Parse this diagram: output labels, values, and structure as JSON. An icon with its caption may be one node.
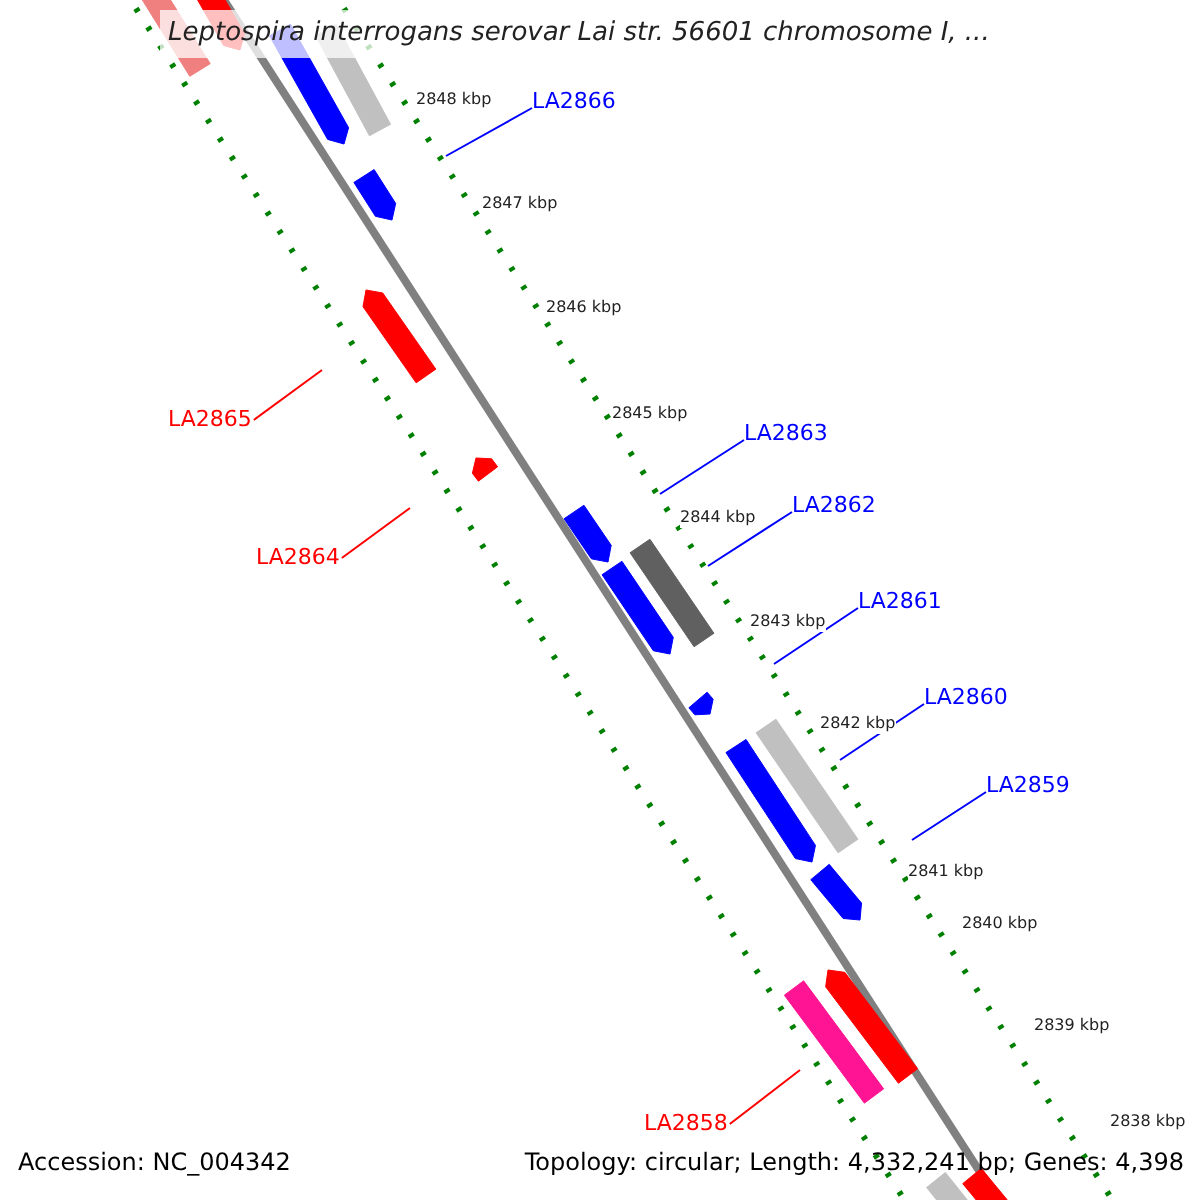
{
  "diagram": {
    "title": "Leptospira interrogans serovar Lai str. 56601 chromosome I, ...",
    "nodes": [
      {
        "text": [
          "LA2866"
        ]
      },
      {
        "text": [
          "LA2865"
        ]
      },
      {
        "text": [
          "LA2863"
        ]
      },
      {
        "text": [
          "LA2862"
        ]
      },
      {
        "text": [
          "LA2864"
        ]
      },
      {
        "text": [
          "LA2861"
        ]
      },
      {
        "text": [
          "LA2860"
        ]
      },
      {
        "text": [
          "LA2859"
        ]
      },
      {
        "text": [
          "LA2858"
        ]
      }
    ],
    "edges": [
      {
        "from": 0,
        "to": null,
        "arrow": "none"
      },
      {
        "from": 1,
        "to": null,
        "arrow": "none",
        "color": "#ff0000"
      },
      {
        "from": 2,
        "to": null,
        "arrow": "none"
      },
      {
        "from": 3,
        "to": null,
        "arrow": "none"
      },
      {
        "from": 4,
        "to": null,
        "arrow": "none",
        "color": "#ff0000"
      },
      {
        "from": 5,
        "to": null,
        "arrow": "none"
      },
      {
        "from": 6,
        "to": null,
        "arrow": "none"
      },
      {
        "from": 7,
        "to": null,
        "arrow": "none"
      },
      {
        "from": 8,
        "to": null,
        "arrow": "none",
        "color": "#ff0000"
      }
    ],
    "labels": [
      "2848 kbp",
      "2847 kbp",
      "2846 kbp",
      "2845 kbp",
      "2844 kbp",
      "2843 kbp",
      "2842 kbp",
      "2841 kbp",
      "2840 kbp",
      "2839 kbp",
      "2838 kbp",
      "Accession: NC_004342",
      "Topology: circular; Length: 4,332,241 bp; Genes: 4,398"
    ]
  }
}
